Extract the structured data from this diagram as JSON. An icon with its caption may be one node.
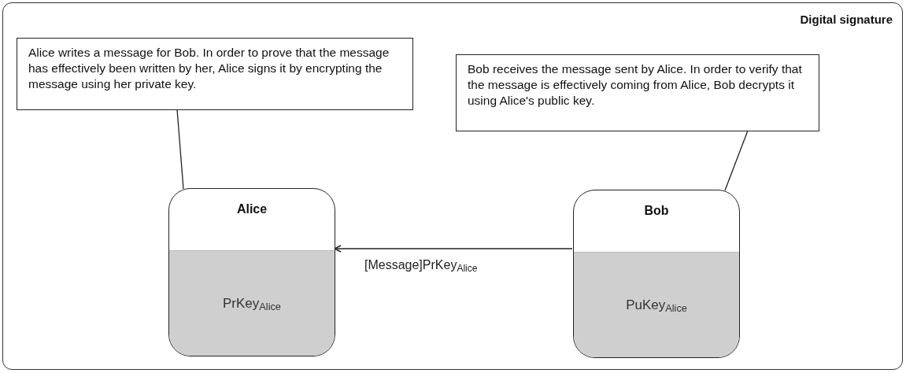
{
  "diagram": {
    "nodes": [
      {
        "text": [
          "Digital signature"
        ]
      },
      {
        "text": [
          "Alice writes a message for Bob. In order to prove that the message has effectively been written by her, Alice signs it by encrypting the message using her private key."
        ],
        "in": 0
      },
      {
        "text": [
          "Alice",
          "PrKey$_{Alice}$"
        ],
        "in": 0
      },
      {
        "text": [
          "Bob receives the message sent by Alice. In order to verify that the message is effectively coming from Alice, Bob decrypts it using Alice's public key."
        ],
        "in": 0
      },
      {
        "text": [
          "Bob",
          "PuKey$_{Alice}$"
        ],
        "in": 0
      }
    ],
    "edges": [
      {
        "from": 1,
        "to": 2,
        "arrow": "none"
      },
      {
        "from": 3,
        "to": 4,
        "arrow": "none"
      },
      {
        "from": 4,
        "to": 2,
        "arrow": "to",
        "label": "[Message]PrKey$_{Alice}$"
      }
    ]
  }
}
